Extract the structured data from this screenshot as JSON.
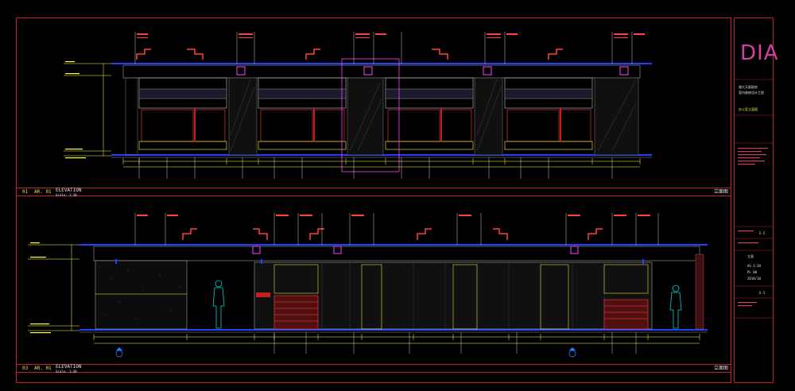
{
  "elevations": [
    {
      "id": "01",
      "code": "AR. 01",
      "label": "ELEVATION",
      "scale": "Scale: 1:30",
      "zh_title": "立面图"
    },
    {
      "id": "03",
      "code": "AR. 01",
      "label": "ELEVATION",
      "scale": "Scale: 1:30",
      "zh_title": "立面图"
    }
  ],
  "title_block": {
    "logo": "DIA",
    "project_line1": "潍大天厨厨房",
    "project_line2": "室内装修设计工程",
    "drawing_name": "办公室立面图",
    "scale_value": "AS-1:30",
    "page_value": "PL 00",
    "date_value": "2018/10",
    "status_a": "立面",
    "status_b": "E-5",
    "status_c": "E-5"
  },
  "colors": {
    "frame": "#c0202a",
    "wall": "#2040ff",
    "dimension": "#ffff40",
    "tag": "#ff40ff",
    "cabinet": "#ff4040",
    "hatch": "#00c0c0"
  }
}
